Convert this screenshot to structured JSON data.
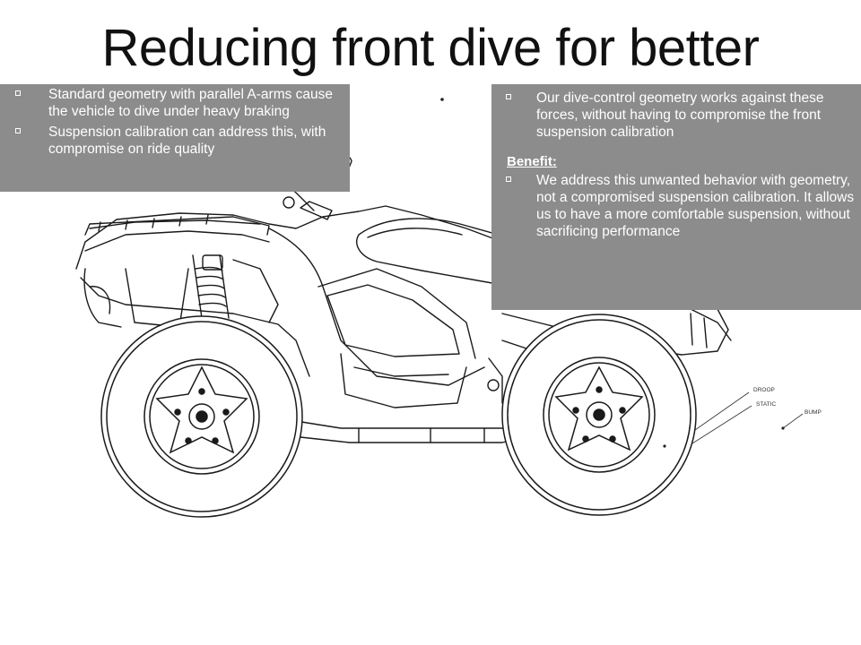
{
  "slide": {
    "title": "Reducing front dive for better",
    "left_box": {
      "bullets": [
        "Standard geometry with parallel A-arms cause the vehicle to dive under heavy braking",
        "Suspension calibration can address this, with compromise on ride quality"
      ]
    },
    "right_box": {
      "bullets": [
        "Our dive-control geometry works against these forces, without having to compromise the front suspension calibration"
      ],
      "benefit_heading": "Benefit:",
      "benefit_bullets": [
        "We address this unwanted behavior with geometry, not a compromised suspension calibration. It allows us to have a more comfortable suspension, without sacrificing performance"
      ]
    },
    "diagram_labels": {
      "droop": "DROOP",
      "static": "STATIC",
      "bump": "BUMP"
    },
    "colors": {
      "text_box_bg": "#8c8c8c",
      "line_art": "#1a1a1a"
    }
  }
}
